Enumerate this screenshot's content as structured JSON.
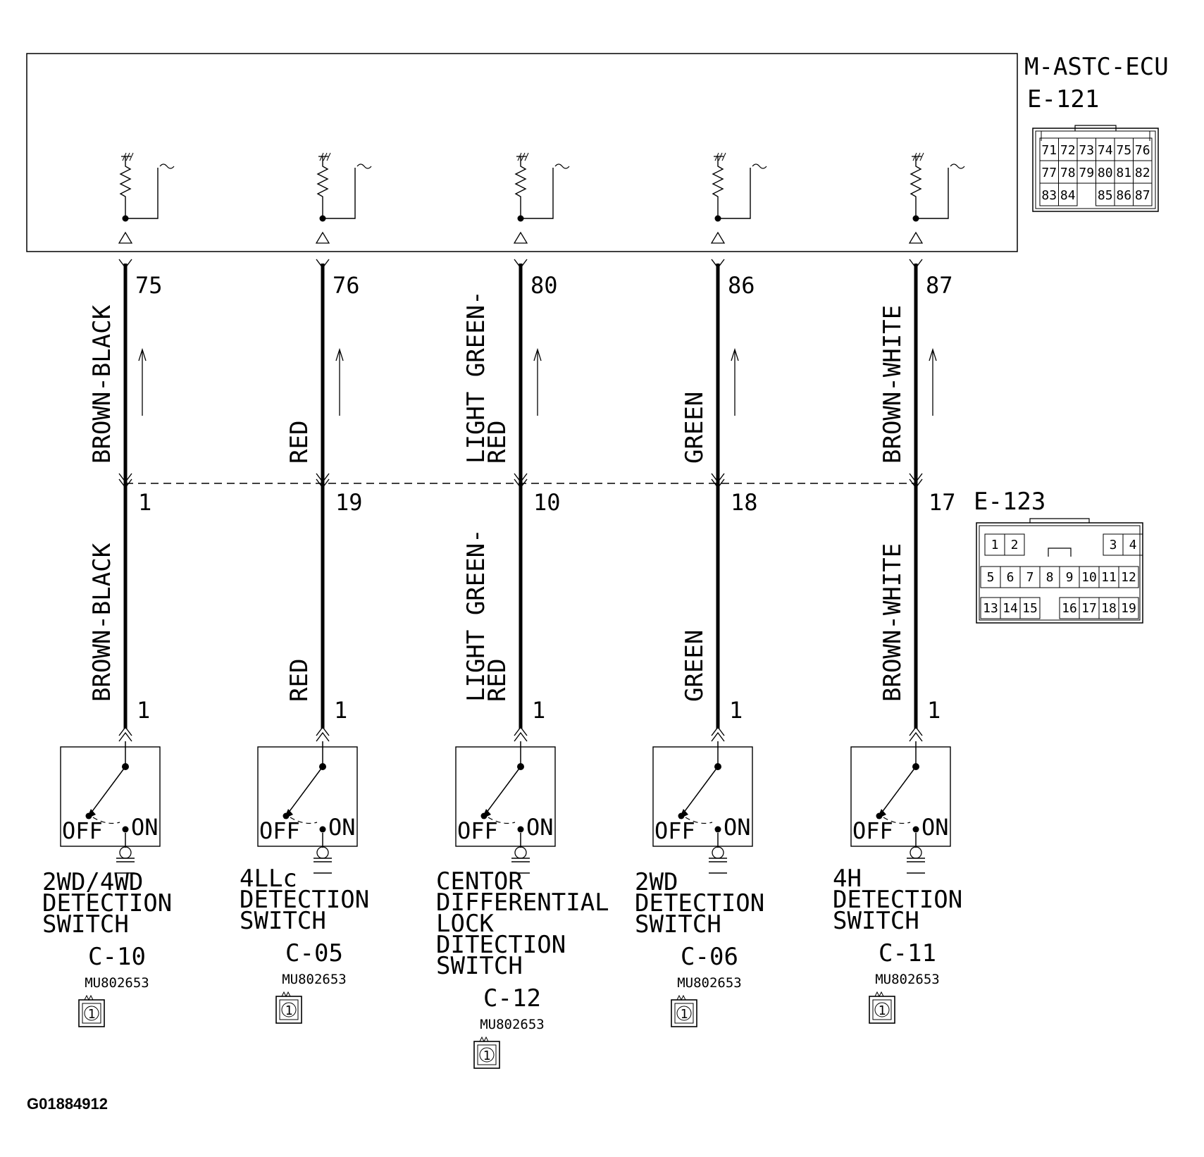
{
  "figure_id": "G01884912",
  "ecu": {
    "name": "M-ASTC-ECU",
    "connector": "E-121",
    "connector_pins": [
      [
        "71",
        "72",
        "73",
        "74",
        "75",
        "76"
      ],
      [
        "77",
        "78",
        "79",
        "80",
        "81",
        "82"
      ],
      [
        "83",
        "84",
        "",
        "85",
        "86",
        "87"
      ]
    ]
  },
  "junction": {
    "connector": "E-123",
    "connector_pins": [
      [
        "1",
        "2",
        "",
        "",
        "",
        "",
        "",
        "3",
        "4"
      ],
      [
        "5",
        "6",
        "7",
        "8",
        "9",
        "10",
        "11",
        "12"
      ],
      [
        "13",
        "14",
        "15",
        "",
        "16",
        "17",
        "18",
        "19"
      ]
    ]
  },
  "switch_labels": {
    "off": "OFF",
    "on": "ON"
  },
  "circuits": [
    {
      "ecu_pin": "75",
      "junction_pin": "1",
      "switch_pin": "1",
      "wire_upper": [
        "BROWN-BLACK"
      ],
      "wire_lower": [
        "BROWN-BLACK"
      ],
      "switch_name": [
        "2WD/4WD",
        "DETECTION",
        "SWITCH"
      ],
      "connector": "C-10",
      "part_no": "MU802653",
      "pin_icon": "1"
    },
    {
      "ecu_pin": "76",
      "junction_pin": "19",
      "switch_pin": "1",
      "wire_upper": [
        "RED"
      ],
      "wire_lower": [
        "RED"
      ],
      "switch_name": [
        "4LLc",
        "DETECTION",
        "SWITCH"
      ],
      "connector": "C-05",
      "part_no": "MU802653",
      "pin_icon": "1"
    },
    {
      "ecu_pin": "80",
      "junction_pin": "10",
      "switch_pin": "1",
      "wire_upper": [
        "LIGHT GREEN-",
        "RED"
      ],
      "wire_lower": [
        "LIGHT GREEN-",
        "RED"
      ],
      "switch_name": [
        "CENTOR",
        "DIFFERENTIAL",
        "LOCK",
        "DITECTION",
        "SWITCH"
      ],
      "connector": "C-12",
      "part_no": "MU802653",
      "pin_icon": "1"
    },
    {
      "ecu_pin": "86",
      "junction_pin": "18",
      "switch_pin": "1",
      "wire_upper": [
        "GREEN"
      ],
      "wire_lower": [
        "GREEN"
      ],
      "switch_name": [
        "2WD",
        "DETECTION",
        "SWITCH"
      ],
      "connector": "C-06",
      "part_no": "MU802653",
      "pin_icon": "1"
    },
    {
      "ecu_pin": "87",
      "junction_pin": "17",
      "switch_pin": "1",
      "wire_upper": [
        "BROWN-WHITE"
      ],
      "wire_lower": [
        "BROWN-WHITE"
      ],
      "switch_name": [
        "4H",
        "DETECTION",
        "SWITCH"
      ],
      "connector": "C-11",
      "part_no": "MU802653",
      "pin_icon": "1"
    }
  ]
}
